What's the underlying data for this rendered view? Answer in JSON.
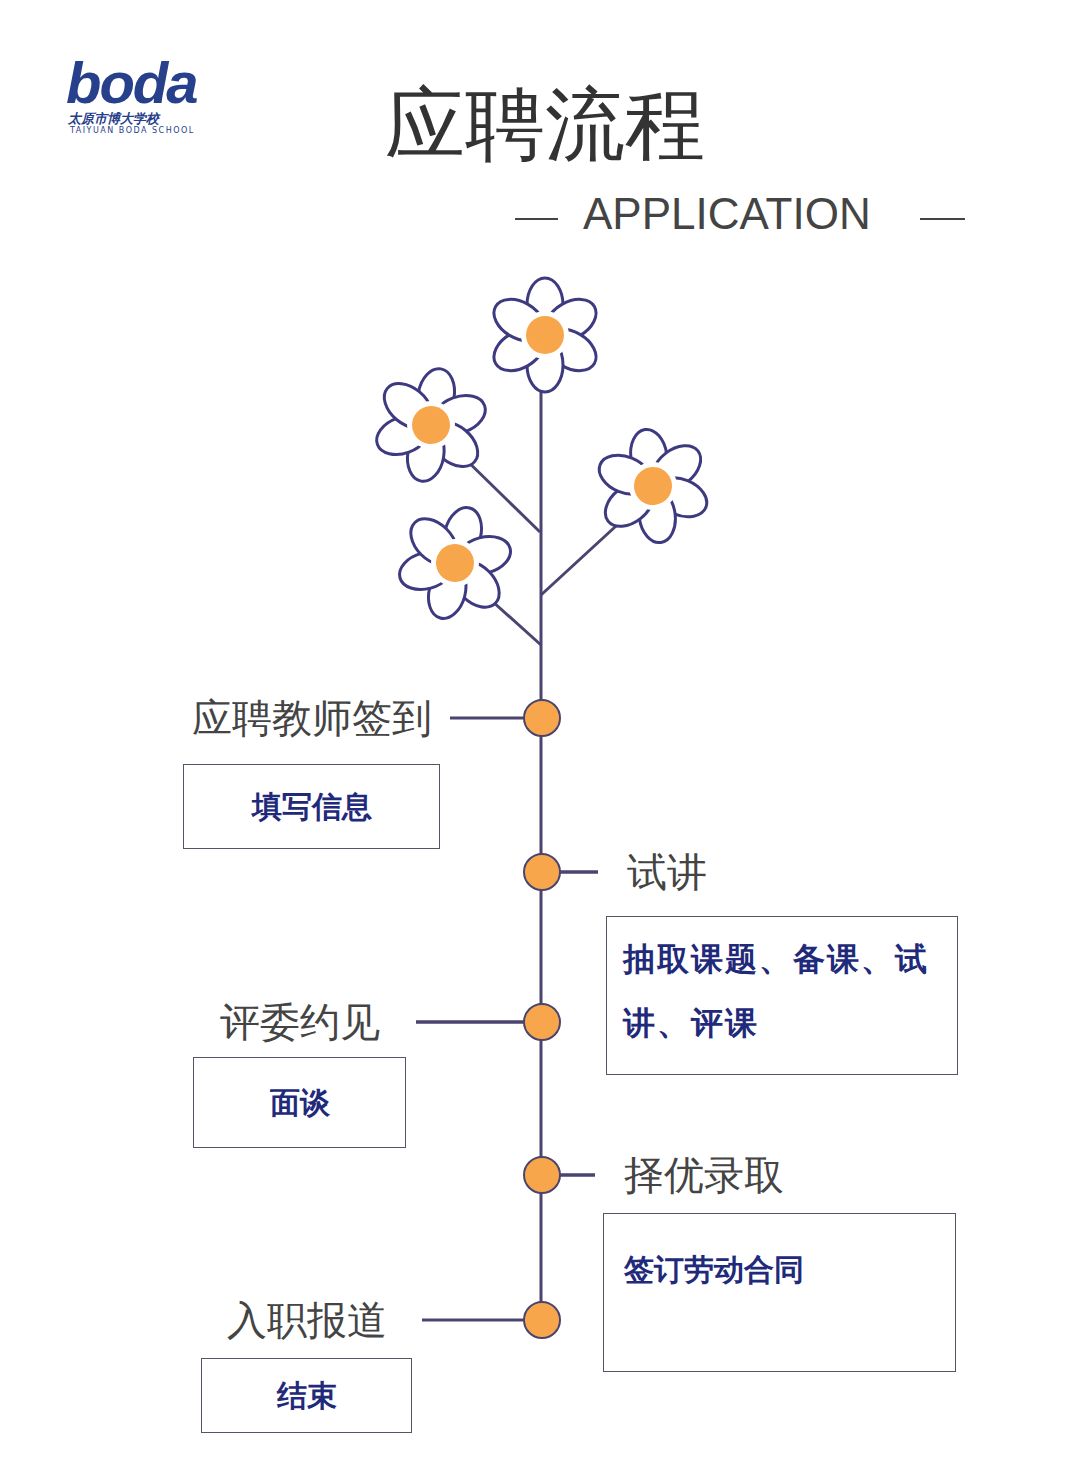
{
  "diagram": {
    "title": "应聘流程",
    "nodes": [
      {
        "text": [
          "应聘教师签到",
          "填写信息"
        ]
      },
      {
        "text": [
          "试讲",
          "抽取课题、备课、试讲、评课"
        ]
      },
      {
        "text": [
          "评委约见",
          "面谈"
        ]
      },
      {
        "text": [
          "择优录取",
          "签订劳动合同"
        ]
      },
      {
        "text": [
          "入职报道",
          "结束"
        ]
      }
    ],
    "edges": [
      {
        "from": 0,
        "to": 1,
        "arrow": "none"
      },
      {
        "from": 1,
        "to": 2,
        "arrow": "none"
      },
      {
        "from": 2,
        "to": 3,
        "arrow": "none"
      },
      {
        "from": 3,
        "to": 4,
        "arrow": "none"
      }
    ],
    "labels": [
      "boda",
      "太原市博大学校",
      "TAIYUAN BODA SCHOOL",
      "APPLICATION"
    ]
  }
}
